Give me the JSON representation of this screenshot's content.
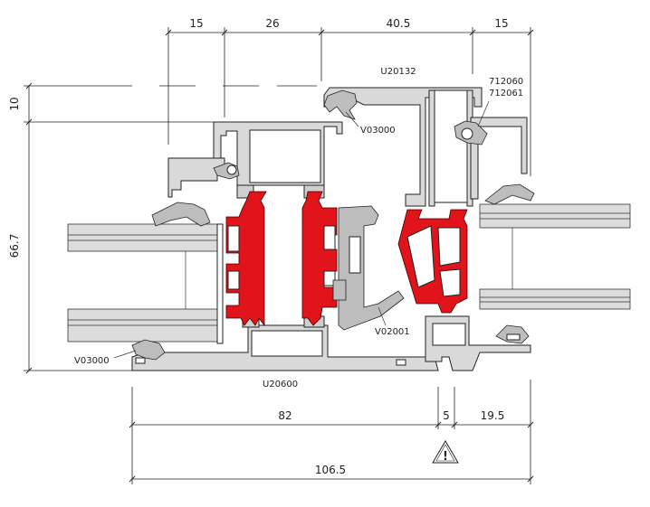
{
  "dimensions": {
    "top": [
      "15",
      "26",
      "40.5",
      "15"
    ],
    "left": [
      "10",
      "66.7"
    ],
    "bottom": [
      "82",
      "5",
      "19.5",
      "106.5"
    ]
  },
  "labels": {
    "top_profile": "U20132",
    "hardware_a": "712060",
    "hardware_b": "712061",
    "gasket_top": "V03000",
    "gasket_bottom": "V03000",
    "insulator": "V02001",
    "base_profile": "U20600"
  },
  "warning_symbol": "!",
  "colors": {
    "thermal_break": "#e1141b",
    "aluminium": "#d9d9d9",
    "glass": "#dcdcdc"
  }
}
